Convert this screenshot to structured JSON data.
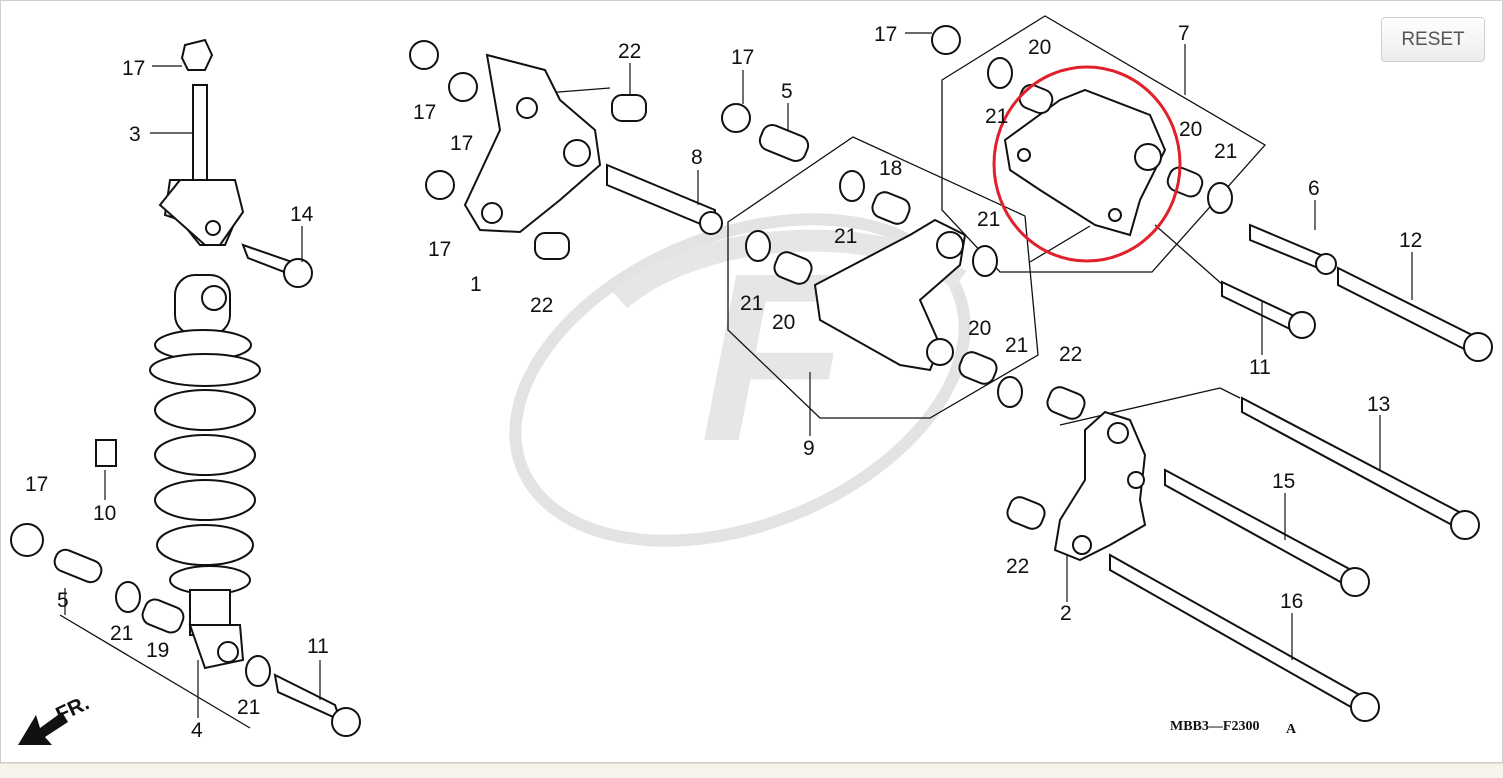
{
  "toolbar": {
    "reset_label": "RESET"
  },
  "diagram": {
    "part_code": "MBB3—F2300",
    "part_code_suffix": "A",
    "direction_label": "FR.",
    "watermark_letter": "F",
    "highlight_color": "#e0202a",
    "watermark_color": "#e3e3e3",
    "callouts": {
      "c17a": "17",
      "c3": "3",
      "c14": "14",
      "c17b": "17",
      "c17c": "17",
      "c17d": "17",
      "c1": "1",
      "c22a": "22",
      "c22b": "22",
      "c8": "8",
      "c17e": "17",
      "c5a": "5",
      "c17f": "17",
      "c20a": "20",
      "c7": "7",
      "c21a": "21",
      "c20b": "20",
      "c21b": "21",
      "c6": "6",
      "c12": "12",
      "c18": "18",
      "c21c": "21",
      "c21d": "21",
      "c21e": "21",
      "c20c": "20",
      "c20d": "20",
      "c21f": "21",
      "c22c": "22",
      "c11a": "11",
      "c13": "13",
      "c9": "9",
      "c15": "15",
      "c17g": "17",
      "c10": "10",
      "c5b": "5",
      "c21g": "21",
      "c19": "19",
      "c22d": "22",
      "c2": "2",
      "c16": "16",
      "c11b": "11",
      "c21h": "21",
      "c4": "4"
    }
  }
}
